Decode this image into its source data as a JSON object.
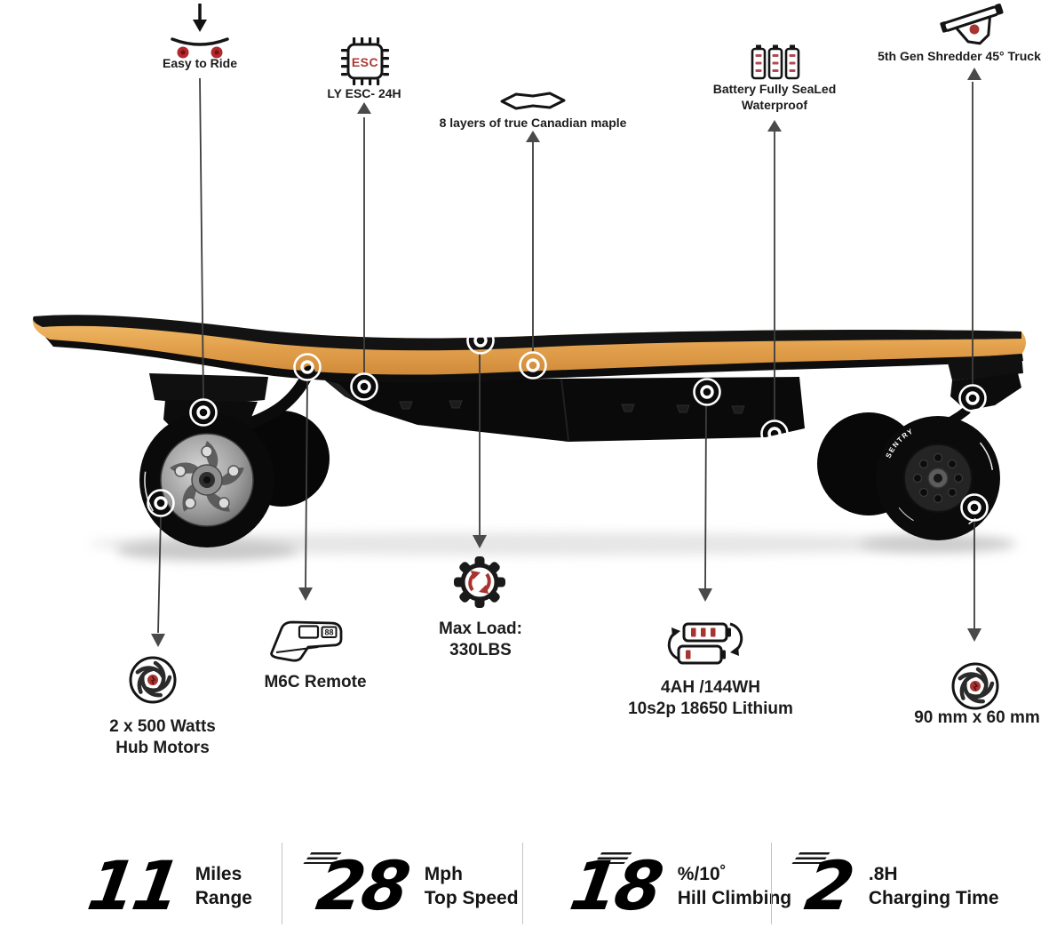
{
  "colors": {
    "accent_red": "#a83430",
    "wood": "#e8a653",
    "deck_dark": "#131313",
    "callout_line": "#3d3d3d",
    "arrow_gray": "#4a4a4a",
    "text_dark": "#1c1c1c"
  },
  "board": {
    "rear_wheel_text": "SENTRY"
  },
  "icons": {
    "esc_chip_text": "ESC",
    "remote_display_text": "88"
  },
  "callouts": {
    "easy_to_ride": {
      "label": "Easy to Ride"
    },
    "esc": {
      "label": "LY  ESC- 24H"
    },
    "maple": {
      "label": "8 layers of true Canadian maple"
    },
    "battery_sealed": {
      "line1": "Battery Fully SeaLed",
      "line2": "Waterproof"
    },
    "truck": {
      "label": "5th Gen Shredder 45° Truck"
    },
    "hub_motors": {
      "line1": "2 x 500 Watts",
      "line2": "Hub Motors"
    },
    "remote": {
      "label": "M6C Remote"
    },
    "max_load": {
      "line1": "Max Load:",
      "line2": "330LBS"
    },
    "battery_spec": {
      "line1": "4AH /144WH",
      "line2": "10s2p 18650 Lithium"
    },
    "wheel_size": {
      "label": "90 mm x 60 mm"
    }
  },
  "stats": [
    {
      "value": "11",
      "unit": "Miles",
      "caption": "Range"
    },
    {
      "value": "28",
      "unit": "Mph",
      "caption": "Top Speed"
    },
    {
      "value": "18",
      "unit": "%/10˚",
      "caption": "Hill Climbing"
    },
    {
      "value": "2",
      "unit": ".8H",
      "caption": "Charging Time"
    }
  ]
}
